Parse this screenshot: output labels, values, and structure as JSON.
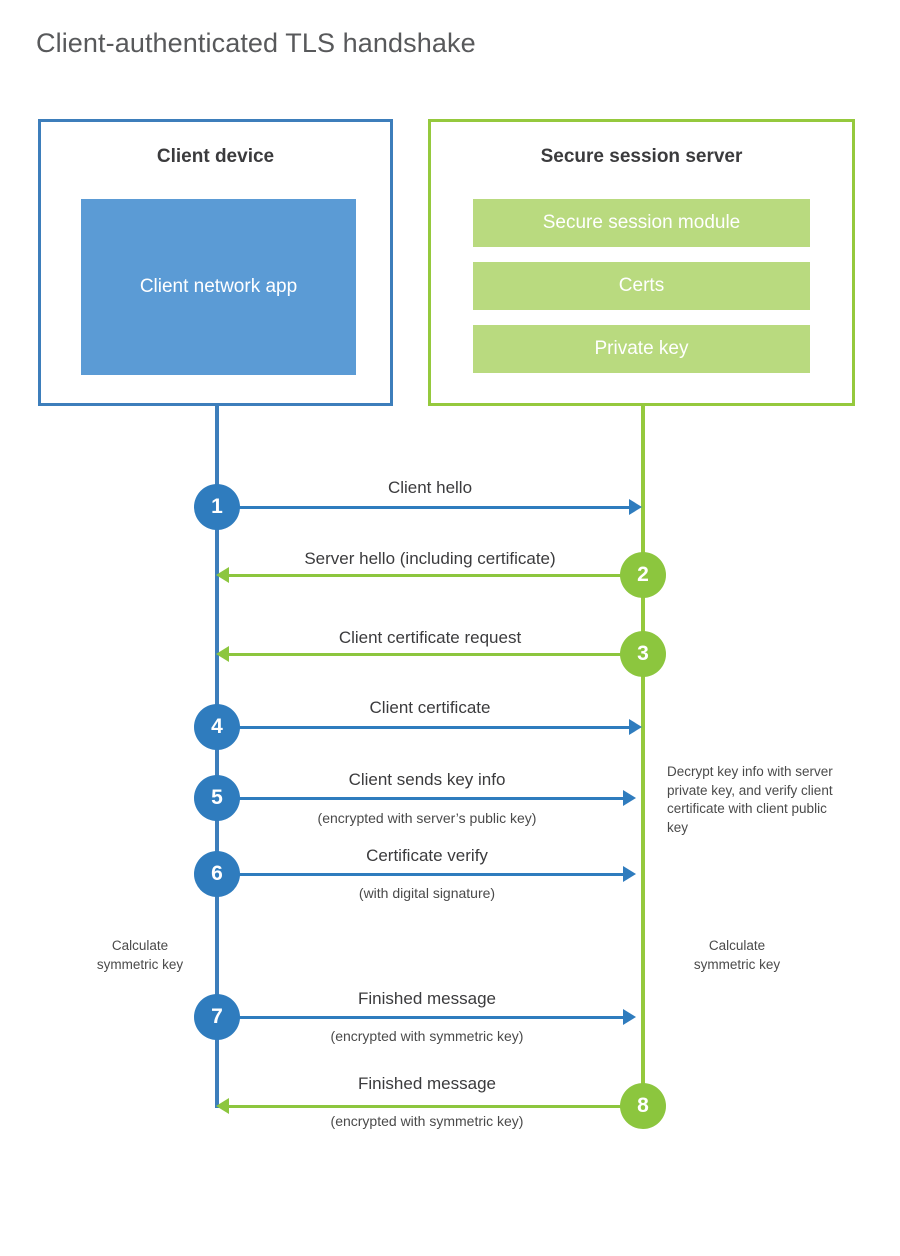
{
  "title": "Client-authenticated TLS handshake",
  "colors": {
    "blue_border": "#3d7ebb",
    "blue_fill": "#5b9bd5",
    "blue_badge": "#2f7cbe",
    "green_border": "#95c93d",
    "green_fill": "#b9da7f",
    "green_badge": "#8cc63e",
    "title_text": "#58595b",
    "body_text": "#3b3b3d",
    "background": "#ffffff"
  },
  "client": {
    "title": "Client device",
    "app_label": "Client network app"
  },
  "server": {
    "title": "Secure session server",
    "bars": [
      {
        "label": "Secure session module"
      },
      {
        "label": "Certs"
      },
      {
        "label": "Private key"
      }
    ]
  },
  "messages": [
    {
      "number": "1",
      "direction": "client-to-server",
      "label": "Client hello",
      "sublabel": "",
      "color": "blue"
    },
    {
      "number": "2",
      "direction": "server-to-client",
      "label": "Server hello (including certificate)",
      "sublabel": "",
      "color": "green"
    },
    {
      "number": "3",
      "direction": "server-to-client",
      "label": "Client certificate request",
      "sublabel": "",
      "color": "green"
    },
    {
      "number": "4",
      "direction": "client-to-server",
      "label": "Client certificate",
      "sublabel": "",
      "color": "blue"
    },
    {
      "number": "5",
      "direction": "client-to-server",
      "label": "Client sends key info",
      "sublabel": "(encrypted with server’s public key)",
      "color": "blue"
    },
    {
      "number": "6",
      "direction": "client-to-server",
      "label": "Certificate verify",
      "sublabel": "(with digital signature)",
      "color": "blue"
    },
    {
      "number": "7",
      "direction": "client-to-server",
      "label": "Finished message",
      "sublabel": "(encrypted with symmetric key)",
      "color": "blue"
    },
    {
      "number": "8",
      "direction": "server-to-client",
      "label": "Finished message",
      "sublabel": "(encrypted with symmetric key)",
      "color": "green"
    }
  ],
  "notes": {
    "server_decrypt": "Decrypt key info with server private key, and verify client certificate with client public key",
    "client_calculate_line1": "Calculate",
    "client_calculate_line2": "symmetric key",
    "server_calculate_line1": "Calculate",
    "server_calculate_line2": "symmetric key"
  }
}
